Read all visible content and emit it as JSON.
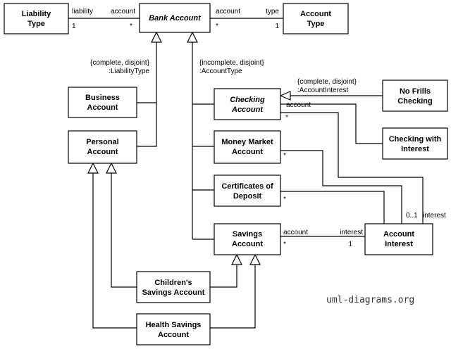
{
  "classes": {
    "liability_type": [
      "Liability",
      "Type"
    ],
    "bank_account": [
      "Bank Account"
    ],
    "account_type": [
      "Account",
      "Type"
    ],
    "business_account": [
      "Business",
      "Account"
    ],
    "personal_account": [
      "Personal",
      "Account"
    ],
    "checking_account": [
      "Checking",
      "Account"
    ],
    "no_frills_checking": [
      "No Frills",
      "Checking"
    ],
    "checking_with_interest": [
      "Checking with",
      "Interest"
    ],
    "money_market_account": [
      "Money Market",
      "Account"
    ],
    "certificates_of_deposit": [
      "Certificates of",
      "Deposit"
    ],
    "savings_account": [
      "Savings",
      "Account"
    ],
    "account_interest": [
      "Account",
      "Interest"
    ],
    "childrens_savings_account": [
      "Children's",
      "Savings Account"
    ],
    "health_savings_account": [
      "Health Savings",
      "Account"
    ]
  },
  "labels": {
    "liability_role": "liability",
    "liability_mult": "1",
    "account_role_left": "account",
    "account_mult_left": "*",
    "account_role_right": "account",
    "account_mult_right": "*",
    "type_role": "type",
    "type_mult": "1",
    "gs_liability_1": "{complete, disjoint}",
    "gs_liability_2": ":LiabilityType",
    "gs_account_1": "{incomplete, disjoint}",
    "gs_account_2": ":AccountType",
    "gs_interest_1": "{complete, disjoint}",
    "gs_interest_2": ":AccountInterest",
    "checking_role": "account",
    "checking_mult": "*",
    "money_market_mult": "*",
    "cd_mult": "*",
    "savings_role": "account",
    "savings_mult": "*",
    "interest_role": "interest",
    "interest_mult": "1",
    "ai_mult": "0..1",
    "ai_role": "interest"
  },
  "watermark": "uml-diagrams.org"
}
